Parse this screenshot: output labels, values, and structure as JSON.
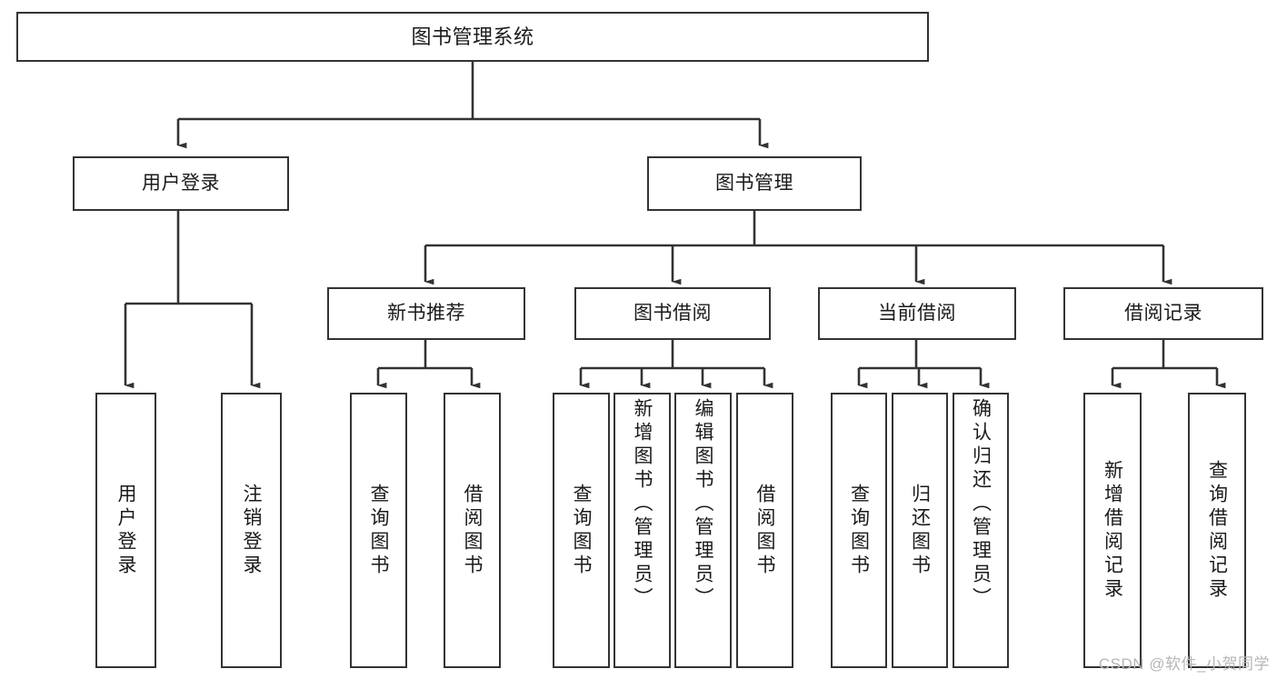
{
  "diagram": {
    "title": "图书管理系统",
    "type": "hierarchy-tree",
    "levels": 4,
    "nodes": {
      "root": {
        "label": "图书管理系统"
      },
      "level1": [
        {
          "id": "user-login",
          "label": "用户登录"
        },
        {
          "id": "book-manage",
          "label": "图书管理"
        }
      ],
      "level2": [
        {
          "id": "new-book-recommend",
          "label": "新书推荐"
        },
        {
          "id": "book-borrow",
          "label": "图书借阅"
        },
        {
          "id": "current-borrow",
          "label": "当前借阅"
        },
        {
          "id": "borrow-record",
          "label": "借阅记录"
        }
      ],
      "leaves": {
        "user_login": [
          {
            "id": "leaf-user-login",
            "label": "用户登录"
          },
          {
            "id": "leaf-logout",
            "label": "注销登录"
          }
        ],
        "new_book_recommend": [
          {
            "id": "leaf-query-book-1",
            "label": "查询图书"
          },
          {
            "id": "leaf-borrow-book-1",
            "label": "借阅图书"
          }
        ],
        "book_borrow": [
          {
            "id": "leaf-query-book-2",
            "label": "查询图书"
          },
          {
            "id": "leaf-add-book",
            "label": "新增图书（管理员）"
          },
          {
            "id": "leaf-edit-book",
            "label": "编辑图书（管理员）"
          },
          {
            "id": "leaf-borrow-book-2",
            "label": "借阅图书"
          }
        ],
        "current_borrow": [
          {
            "id": "leaf-query-book-3",
            "label": "查询图书"
          },
          {
            "id": "leaf-return-book",
            "label": "归还图书"
          },
          {
            "id": "leaf-confirm-return",
            "label": "确认归还（管理员）"
          }
        ],
        "borrow_record": [
          {
            "id": "leaf-add-record",
            "label": "新增借阅记录"
          },
          {
            "id": "leaf-query-record",
            "label": "查询借阅记录"
          }
        ]
      }
    },
    "colors": {
      "stroke": "#333333",
      "fill": "#ffffff",
      "text": "#1a1a1a",
      "watermark": "#b6b6b6"
    }
  },
  "watermark": {
    "text": "CSDN @软件_小贺同学"
  }
}
